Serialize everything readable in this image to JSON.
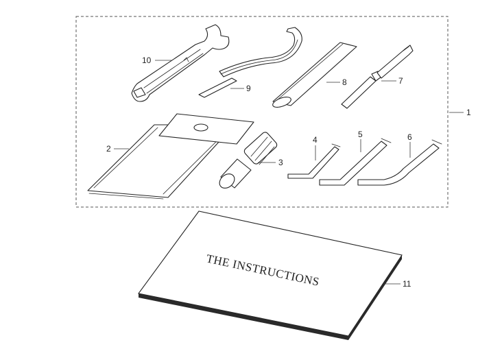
{
  "callouts": {
    "c1": "1",
    "c2": "2",
    "c3": "3",
    "c4": "4",
    "c5": "5",
    "c6": "6",
    "c7": "7",
    "c8": "8",
    "c9": "9",
    "c10": "10",
    "c11": "11"
  },
  "book": {
    "title": "THE INSTRUCTIONS"
  },
  "colors": {
    "line": "#222222",
    "background": "#ffffff",
    "book_edge": "#2a2a2a"
  },
  "icons": {
    "part-1": "tool-kit-group",
    "part-2": "tool-pouch",
    "part-3": "socket-wrench-handle",
    "part-4": "hex-key-small",
    "part-5": "hex-key-medium",
    "part-6": "hex-key-large",
    "part-7": "screwdriver",
    "part-8": "tube-handle",
    "part-9": "pin-spanner",
    "part-10": "open-end-wrench",
    "part-11": "instruction-booklet"
  }
}
